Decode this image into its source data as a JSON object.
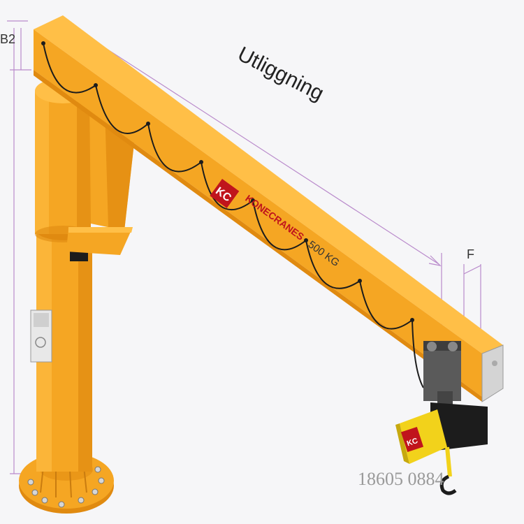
{
  "diagram": {
    "title": "Utliggning",
    "dimension_left": "B2",
    "dimension_right": "F",
    "brand": "KONECRANES",
    "capacity": "500 KG",
    "watermark": "18605 0884"
  },
  "colors": {
    "crane_orange": "#f5a623",
    "crane_dark": "#e08a10",
    "crane_light": "#ffbf47",
    "hoist_yellow": "#f2d21b",
    "hoist_black": "#1c1c1c",
    "brand_red": "#c0141c",
    "dimension_line": "#b98acb"
  }
}
